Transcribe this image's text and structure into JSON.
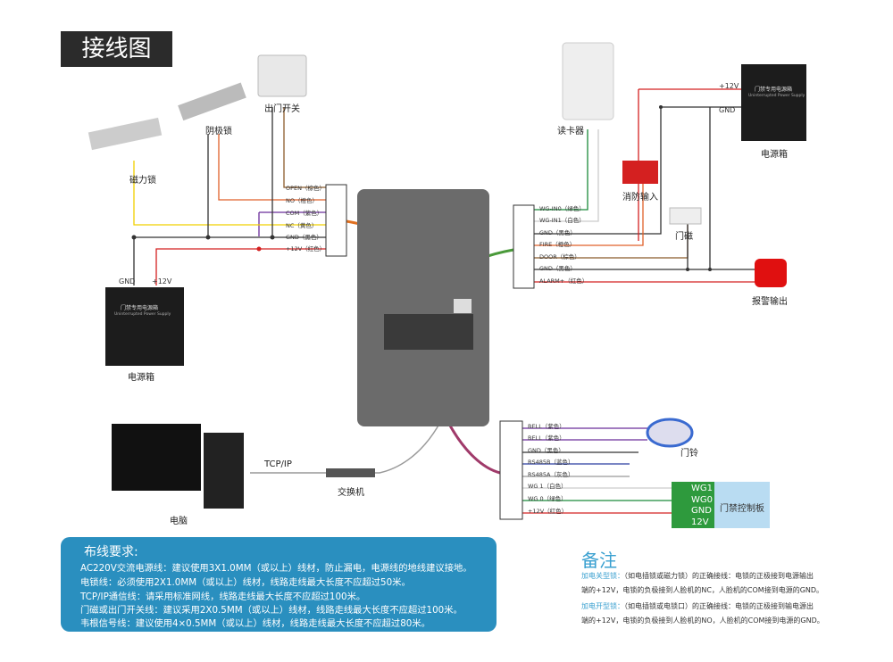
{
  "title": "接线图",
  "devices": {
    "maglock": "磁力锁",
    "strike": "阴极锁",
    "exit_button": "出门开关",
    "psu_left": "电源箱",
    "psu_right": "电源箱",
    "reader": "读卡器",
    "fire": "消防输入",
    "door_sensor": "门磁",
    "alarm": "报警输出",
    "bell": "门铃",
    "controller": "门禁控制板",
    "pc": "电脑",
    "switch": "交换机",
    "tcpip": "TCP/IP",
    "psu_left_gnd": "GND",
    "psu_left_12v": "+12V",
    "psu_right_12v": "+12V",
    "psu_right_gnd": "GND",
    "psu_face": "门禁专用电源箱",
    "psu_face_en": "Uninterrupted Power Supply"
  },
  "left_terminal": [
    "OPEN（棕色）",
    "NO（橙色）",
    "COM（紫色）",
    "NC（黄色）",
    "GND（黑色）",
    "+12V（红色）"
  ],
  "right_terminal": [
    "WG-IN0（绿色）",
    "WG-IN1（白色）",
    "GND（黑色）",
    "FIRE（橙色）",
    "DOOR（棕色）",
    "GND（黑色）",
    "ALARM+（红色）"
  ],
  "bottom_terminal": [
    "BELL（紫色）",
    "BELL（紫色）",
    "GND（黑色）",
    "RS485B（蓝色）",
    "RS485A（灰色）",
    "WG 1（白色）",
    "WG 0（绿色）",
    "+12V（红色）"
  ],
  "controller_pins": [
    "WG1",
    "WG0",
    "GND",
    "12V"
  ],
  "wiring": {
    "heading": "布线要求:",
    "lines": [
      "AC220V交流电源线：建议使用3X1.0MM（或以上）线材，防止漏电，电源线的地线建议接地。",
      "电锁线：必须使用2X1.0MM（或以上）线材，线路走线最大长度不应超过50米。",
      "TCP/IP通信线：请采用标准网线，线路走线最大长度不应超过100米。",
      "门磁或出门开关线：建议采用2X0.5MM（或以上）线材，线路走线最大长度不应超过100米。",
      "韦根信号线：建议使用4×0.5MM（或以上）线材，线路走线最大长度不应超过80米。"
    ]
  },
  "remarks": {
    "heading": "备注",
    "a_key": "加电关型锁：",
    "a_text": "（如电插锁或磁力锁）的正确接线：电锁的正极接到电源输出",
    "a_text2": "端的+12V，电锁的负极接到人脸机的NC，人脸机的COM接到电源的GND。",
    "b_key": "加电开型锁：",
    "b_text": "（如电插锁或电锁口）的正确接线：电锁的正极接到输电源出",
    "b_text2": "端的+12V，电锁的负极接到人脸机的NO，人脸机的COM接到电源的GND。"
  },
  "colors": {
    "notes_bg": "#2a8fbf",
    "accent": "#3aa0d0",
    "controller_bg": "#b9dcf2",
    "pin_block": "#2e9a3d",
    "panel": "#6b6b6b"
  }
}
